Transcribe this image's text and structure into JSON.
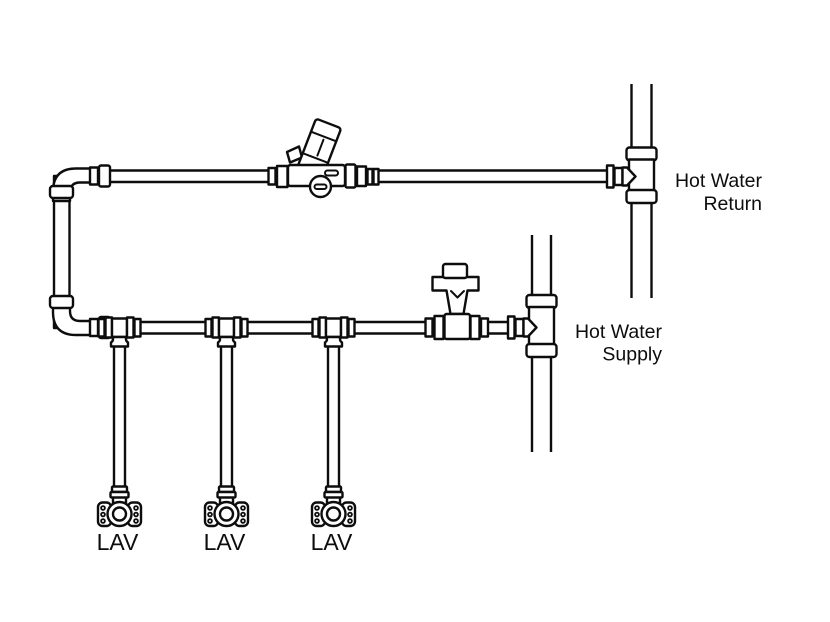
{
  "diagram": {
    "type": "plumbing-piping-diagram",
    "colors": {
      "line": "#0d0d0d",
      "paper": "#ffffff"
    },
    "labels": {
      "return_line1": "Hot Water",
      "return_line2": "Return",
      "supply_line1": "Hot Water",
      "supply_line2": "Supply",
      "fixtures": [
        {
          "label": "LAV"
        },
        {
          "label": "LAV"
        },
        {
          "label": "LAV"
        }
      ]
    }
  }
}
